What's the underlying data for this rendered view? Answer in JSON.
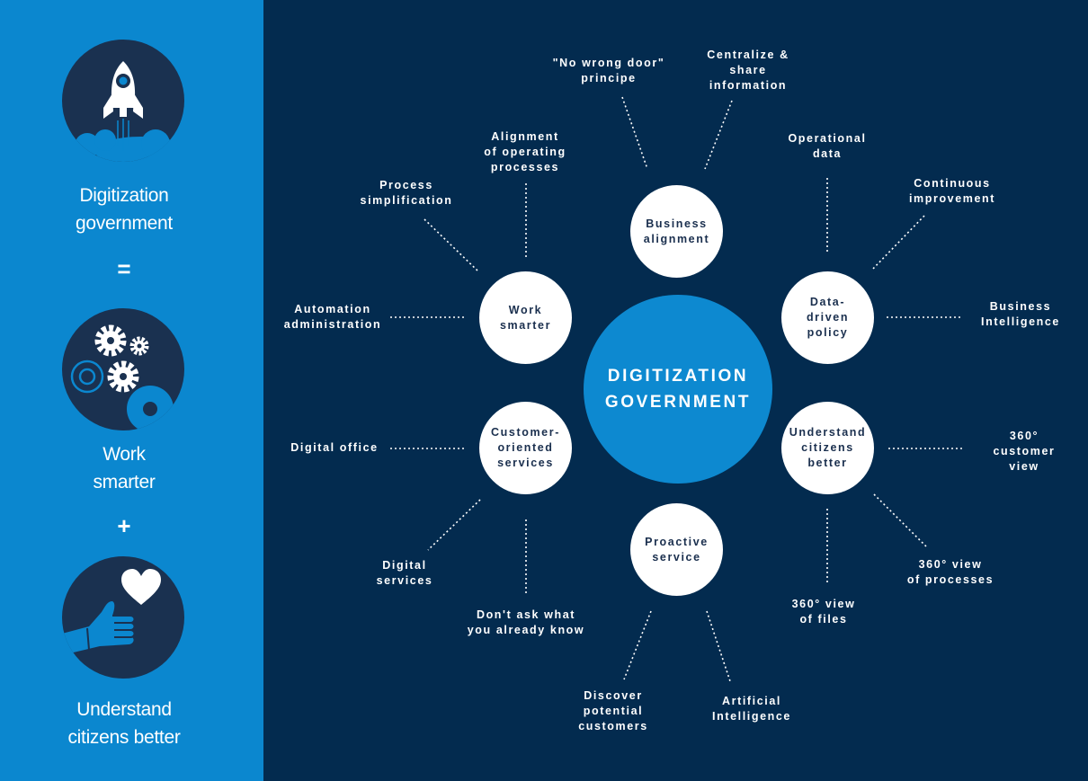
{
  "sidebar": {
    "items": [
      {
        "label": "Digitization\ngovernment",
        "icon": "rocket-icon"
      },
      {
        "label": "Work\nsmarter",
        "icon": "gears-icon"
      },
      {
        "label": "Understand\ncitizens better",
        "icon": "thumbs-up-heart-icon"
      }
    ],
    "operators": [
      "=",
      "+"
    ]
  },
  "diagram": {
    "center": "DIGITIZATION\nGOVERNMENT",
    "nodes": {
      "business_alignment": "Business\nalignment",
      "work_smarter": "Work\nsmarter",
      "data_driven_policy": "Data-\ndriven\npolicy",
      "customer_oriented_services": "Customer-\noriented\nservices",
      "understand_citizens_better": "Understand\ncitizens\nbetter",
      "proactive_service": "Proactive\nservice"
    },
    "labels": {
      "no_wrong_door": "\"No wrong door\"\nprincipe",
      "centralize_share": "Centralize &\nshare\ninformation",
      "operational_data": "Operational\ndata",
      "continuous_improvement": "Continuous\nimprovement",
      "business_intelligence": "Business\nIntelligence",
      "customer_view": "360°\ncustomer view",
      "view_of_processes": "360° view\nof processes",
      "view_of_files": "360° view\nof files",
      "artificial_intelligence": "Artificial\nIntelligence",
      "discover_customers": "Discover\npotential\ncustomers",
      "dont_ask": "Don't ask what\nyou already know",
      "digital_services": "Digital\nservices",
      "digital_office": "Digital office",
      "automation": "Automation\nadministration",
      "process_simplification": "Process\nsimplification",
      "alignment_operating": "Alignment\nof operating\nprocesses"
    }
  },
  "colors": {
    "sidebar": "#0b87cf",
    "background": "#032b4f",
    "center": "#0d89d0",
    "node": "#ffffff",
    "node_text": "#1a2f4e",
    "icon_bg": "#1a3150"
  }
}
